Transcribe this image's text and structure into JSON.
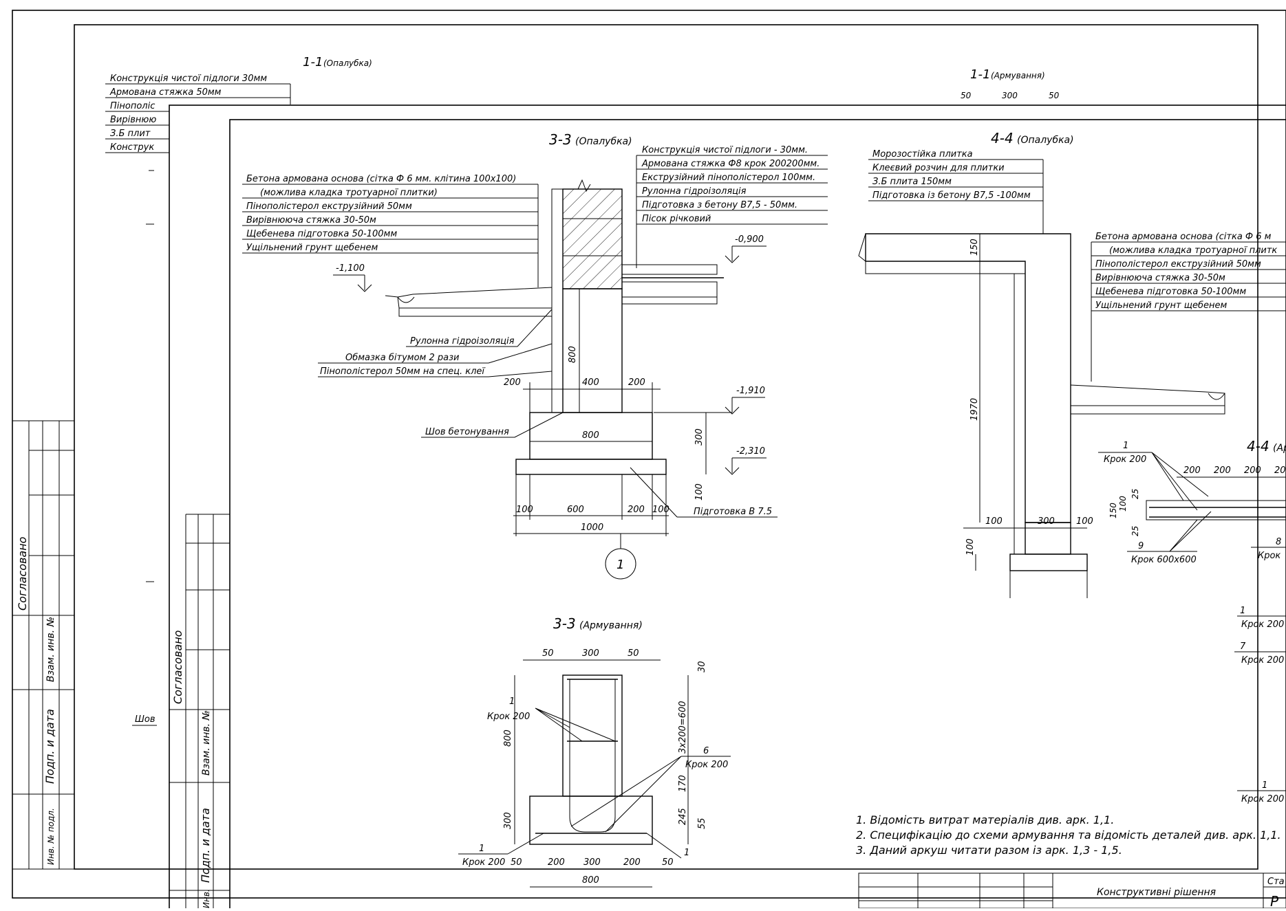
{
  "sheet_back": {
    "section_formwork_title": "1-1",
    "section_formwork_sub": "(Опалубка)",
    "section_reinf_title": "1-1",
    "section_reinf_sub": "(Армування)",
    "reinf_dims": [
      "50",
      "300",
      "50"
    ],
    "layers": [
      "Конструкція чистої підлоги 30мм",
      "Армована стяжка 50мм",
      "Пінополіс",
      "Вирівнюю",
      "З.Б плит",
      "Конструк"
    ],
    "seam_label": "Шов",
    "side_stamp": [
      "Согласовано",
      "Взам. инв. №",
      "Подп. и дата",
      "Инв. № подл."
    ]
  },
  "sheet_front": {
    "s33_formwork": {
      "title": "3-3",
      "sub": "(Опалубка)",
      "left_layers": [
        "Бетона армована основа (сітка Ф 6 мм. клітина 100х100)",
        "(можлива кладка тротуарної плитки)",
        "Пінополістерол екструзійний 50мм",
        "Вирівнююча стяжка 30-50м",
        "Щебенева підготовка 50-100мм",
        "Ущільнений грунт щебенем"
      ],
      "right_layers": [
        "Конструкція чистої підлоги - 30мм.",
        "Армована стяжка Ф8 крок 200200мм.",
        "Екструзійний пінополістерол 100мм.",
        "Рулонна гідроізоляція",
        "Підготовка з бетону В7,5 - 50мм.",
        "Пісок річковий"
      ],
      "lvl_left": "-1,100",
      "lvl_right": "-0,900",
      "lvl_footing_top": "-1,910",
      "lvl_footing_bottom": "-2,310",
      "notes": [
        "Рулонна гідроізоляція",
        "Обмазка бітумом 2 рази",
        "Пінополістерол 50мм на спец. клеї"
      ],
      "seam": "Шов бетонування",
      "prep": "Підготовка В 7.5",
      "dims_top": [
        "200",
        "400",
        "200"
      ],
      "dim_wall_h": "800",
      "dim_footing_w": "800",
      "dim_footing_h": "300",
      "dim_prep_h": "100",
      "dims_bottom": [
        "100",
        "600",
        "200",
        "100"
      ],
      "dim_total": "1000",
      "axis": "1"
    },
    "s33_reinf": {
      "title": "3-3",
      "sub": "(Армування)",
      "dims_top": [
        "50",
        "300",
        "50"
      ],
      "dim_top_cover": "30",
      "dim_wall_h": "800",
      "dim_spacing": "3х200=600",
      "dim_footing_h": "300",
      "dim_170": "170",
      "dim_245": "245",
      "dim_55": "55",
      "pos1": "1",
      "step200": "Крок 200",
      "pos6": "6",
      "pos1b": "1",
      "pos1c": "1",
      "dims_bottom": [
        "50",
        "200",
        "300",
        "200",
        "50"
      ],
      "dim_total": "800"
    },
    "s44_formwork": {
      "title": "4-4",
      "sub": "(Опалубка)",
      "top_layers": [
        "Морозостійка плитка",
        "Клеєвий розчин для плитки",
        "З.Б плита 150мм",
        "Підготовка із бетону В7,5 -100мм"
      ],
      "right_layers": [
        "Бетона армована основа (сітка Ф 6 м",
        "(можлива кладка тротуарної плитк",
        "Пінополістерол екструзійний 50мм",
        "Вирівнююча стяжка 30-50м",
        "Щебенева підготовка 50-100мм",
        "Ущільнений грунт щебенем"
      ],
      "dim_slab": "150",
      "dim_height": "1970",
      "dims_bottom": [
        "100",
        "300",
        "100"
      ],
      "dim_prep": "100"
    },
    "s44_reinf": {
      "title": "4-4",
      "sub": "(Ар",
      "pos1": "1",
      "step1": "Крок 200",
      "dims": [
        "200",
        "200",
        "200",
        "20"
      ],
      "dim_150": "150",
      "dim_100": "100",
      "dim_25a": "25",
      "dim_25b": "25",
      "pos9": "9",
      "step9": "Крок 600х600",
      "pos8": "8",
      "step8": "Крок",
      "pos1b": "1",
      "step1b": "Крок 200",
      "pos7": "7",
      "step7": "Крок 200",
      "pos1c": "1",
      "step1c": "Крок 200"
    },
    "notes": [
      "1. Відомість витрат матеріалів див. арк. 1,1.",
      "2. Специфікацію до схеми армування та відомість деталей див. арк. 1,1.",
      "3. Даний аркуш читати разом із арк. 1,3 - 1,5."
    ],
    "title_block": {
      "name": "Конструктивні рішення",
      "stage_col": "Ста",
      "letter": "Р"
    },
    "side_stamp": [
      "Согласовано",
      "Взам. инв. №",
      "Подп. и дата",
      "Инв."
    ]
  }
}
